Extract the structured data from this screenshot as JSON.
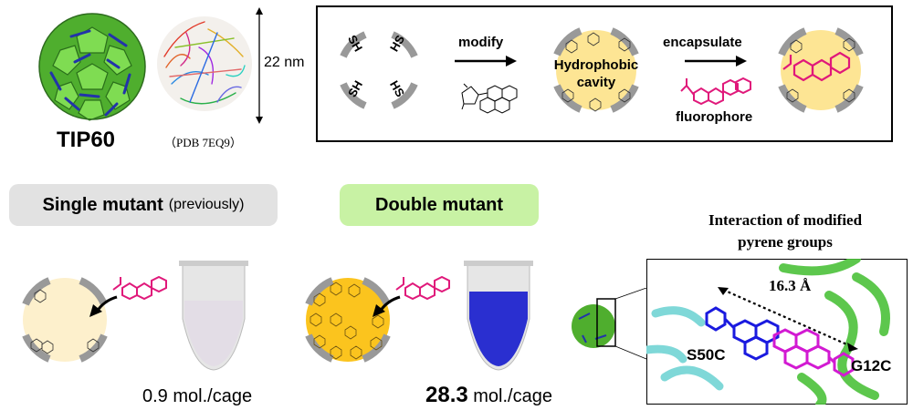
{
  "top": {
    "cage_name": "TIP60",
    "pdb_label": "（PDB 7EQ9）",
    "size_label": "22 nm",
    "thiol_labels": [
      "SH",
      "HS",
      "SH",
      "HS"
    ],
    "modify_label": "modify",
    "cavity_label_line1": "Hydrophobic",
    "cavity_label_line2": "cavity",
    "encapsulate_label": "encapsulate",
    "fluorophore_label": "fluorophore"
  },
  "single": {
    "title": "Single mutant",
    "note": "(previously)",
    "value": "0.9 mol./cage",
    "solution_color": "#e3dde6"
  },
  "double": {
    "title": "Double mutant",
    "value_bold": "28.3",
    "value_unit": " mol./cage",
    "solution_color": "#2a2fd0"
  },
  "interaction": {
    "title_line1": "Interaction of modified",
    "title_line2": "pyrene groups",
    "distance_label": "16.3 Å",
    "residue_left": "S50C",
    "residue_right": "G12C"
  },
  "colors": {
    "cage_green": "#5ec23a",
    "cavity_yellow": "#fbd44c",
    "fluorophore_magenta": "#e0187a",
    "single_pill": "#e2e2e2",
    "double_pill": "#c8f2a4",
    "pyrene_blue": "#1a1adf",
    "pyrene_magenta": "#d21ad2",
    "helix_cyan": "#7fd8d8"
  }
}
